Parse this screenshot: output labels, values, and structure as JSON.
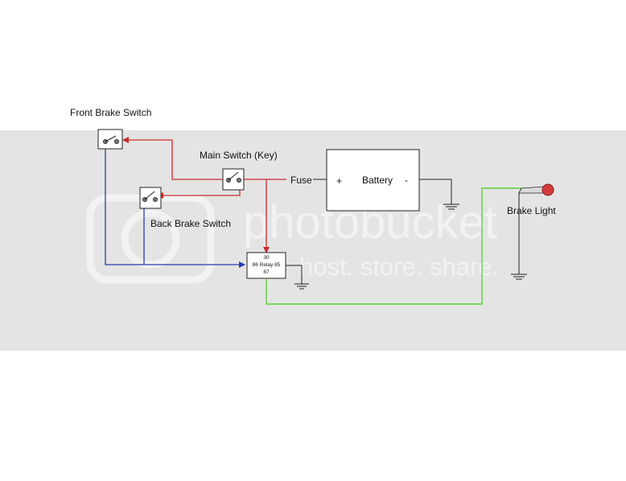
{
  "colors": {
    "background_band": "#e4e4e4",
    "wire_power": "#cc2a2a",
    "wire_signal": "#2a3bb0",
    "wire_output": "#5fcf3a",
    "wire_ground": "#222222",
    "lamp": "#d33b3b"
  },
  "labels": {
    "front_brake_switch": "Front Brake Switch",
    "main_switch": "Main Switch (Key)",
    "back_brake_switch": "Back Brake Switch",
    "fuse": "Fuse",
    "battery": "Battery",
    "battery_plus": "+",
    "battery_minus": "-",
    "brake_light": "Brake Light",
    "relay_pin_30": "30",
    "relay_middle": "86 Relay 85",
    "relay_pin_87": "87"
  },
  "watermark": {
    "brand": "photobucket",
    "tagline": "host. store. share."
  }
}
